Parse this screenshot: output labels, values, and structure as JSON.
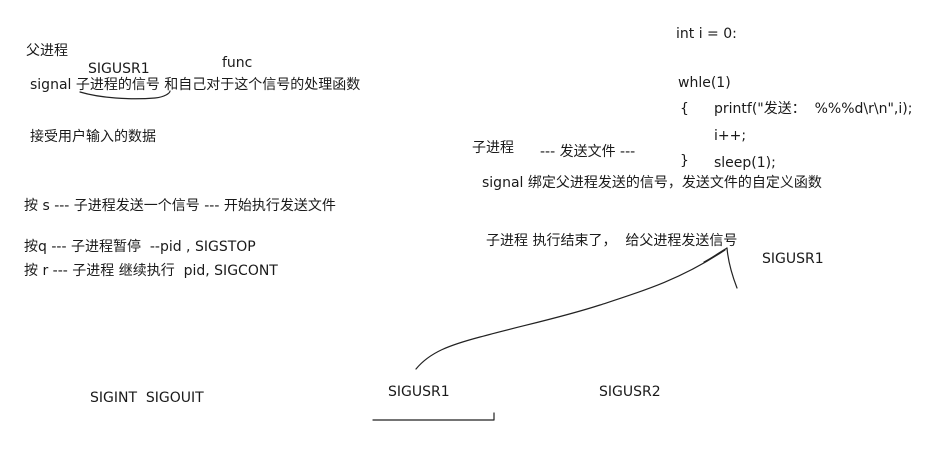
{
  "left_notes": {
    "parent_title": "父进程",
    "sigusr1_label": "SIGUSR1",
    "func_label": "func",
    "signal_line": "signal 子进程的信号 和自己对于这个信号的处理函数",
    "receive_input": "接受用户输入的数据",
    "key_s": "按 s --- 子进程发送一个信号 --- 开始执行发送文件",
    "key_q": "按q --- 子进程暂停  --pid , SIGSTOP",
    "key_r": "按 r --- 子进程 继续执行  pid, SIGCONT"
  },
  "bottom_labels": {
    "sigint_sigquit": "SIGINT  SIGOUIT",
    "sigusr1": "SIGUSR1",
    "sigusr2": "SIGUSR2"
  },
  "child_notes": {
    "child_title": "子进程",
    "send_file": "--- 发送文件 ---",
    "signal_bind": "signal 绑定父进程发送的信号，发送文件的自定义函数",
    "done_signal": "子进程 执行结束了，  给父进程发送信号",
    "sigusr1_right": "SIGUSR1"
  },
  "code": {
    "line1": "int i = 0:",
    "line2": "whle(1)",
    "brace_open": "{",
    "printf": "printf(\"发送：  %%%d\\r\\n\",i);",
    "incr": "i++;",
    "brace_close": "}",
    "sleep": "sleep(1);"
  }
}
